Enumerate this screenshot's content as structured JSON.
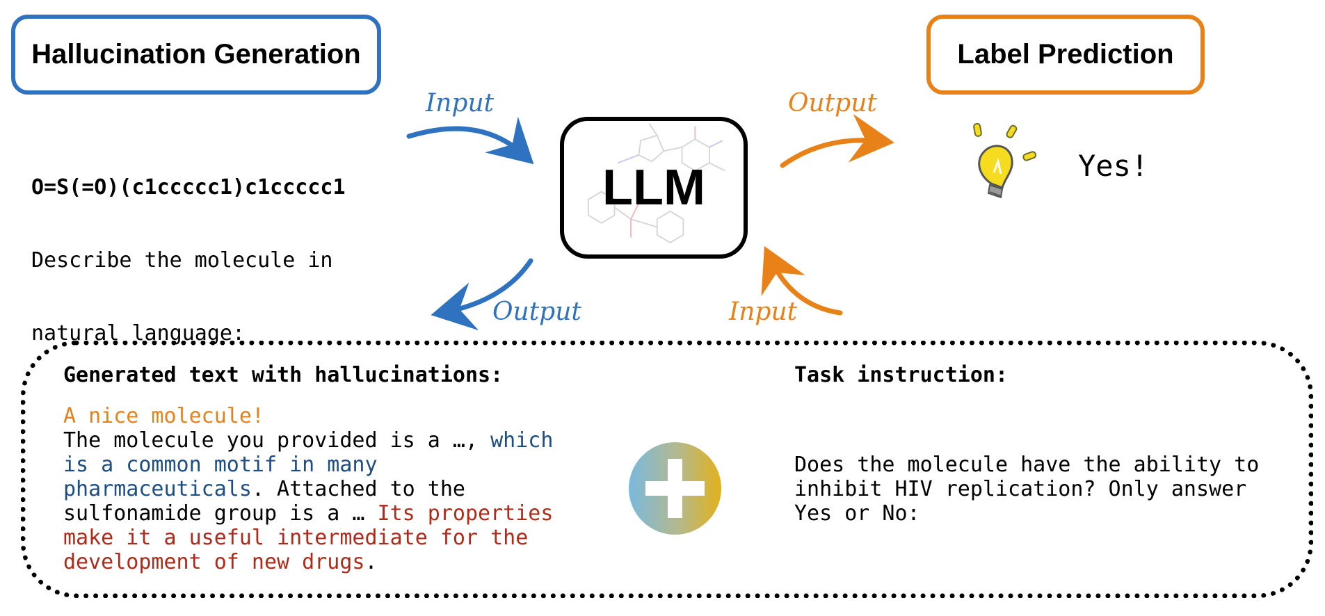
{
  "hallucination_box": {
    "title": "Hallucination Generation"
  },
  "label_box": {
    "title": "Label Prediction"
  },
  "prompt": {
    "smiles": "O=S(=O)(c1ccccc1)c1ccccc1",
    "line2": "Describe the molecule in",
    "line3": "natural language:"
  },
  "llm": {
    "label": "LLM"
  },
  "arrows": {
    "left_input": "Input",
    "left_output": "Output",
    "right_output": "Output",
    "right_input": "Input"
  },
  "prediction": {
    "answer": "Yes!"
  },
  "generated": {
    "heading": "Generated text with hallucinations:",
    "l1": "A nice molecule!",
    "l2_a": "The molecule you provided is a …, ",
    "l2_b": "which",
    "l3": "is a common motif in many",
    "l4_a": "pharmaceuticals",
    "l4_b": ". Attached to the",
    "l5_a": "sulfonamide group is a … ",
    "l5_b": "Its properties",
    "l6": "make it a useful intermediate for the",
    "l7_a": "development of new drugs",
    "l7_b": "."
  },
  "task": {
    "heading": "Task instruction:",
    "l1": "Does the molecule have the ability to",
    "l2": "inhibit HIV replication? Only answer",
    "l3": "Yes or No:"
  },
  "colors": {
    "blue": "#2f72bf",
    "orange": "#e98119",
    "dark_blue_text": "#1c4d85",
    "red_text": "#b02a1a",
    "bulb_yellow": "#f5dc1e"
  },
  "icons": [
    "lightbulb-icon",
    "plus-icon",
    "molecule-watermark"
  ]
}
